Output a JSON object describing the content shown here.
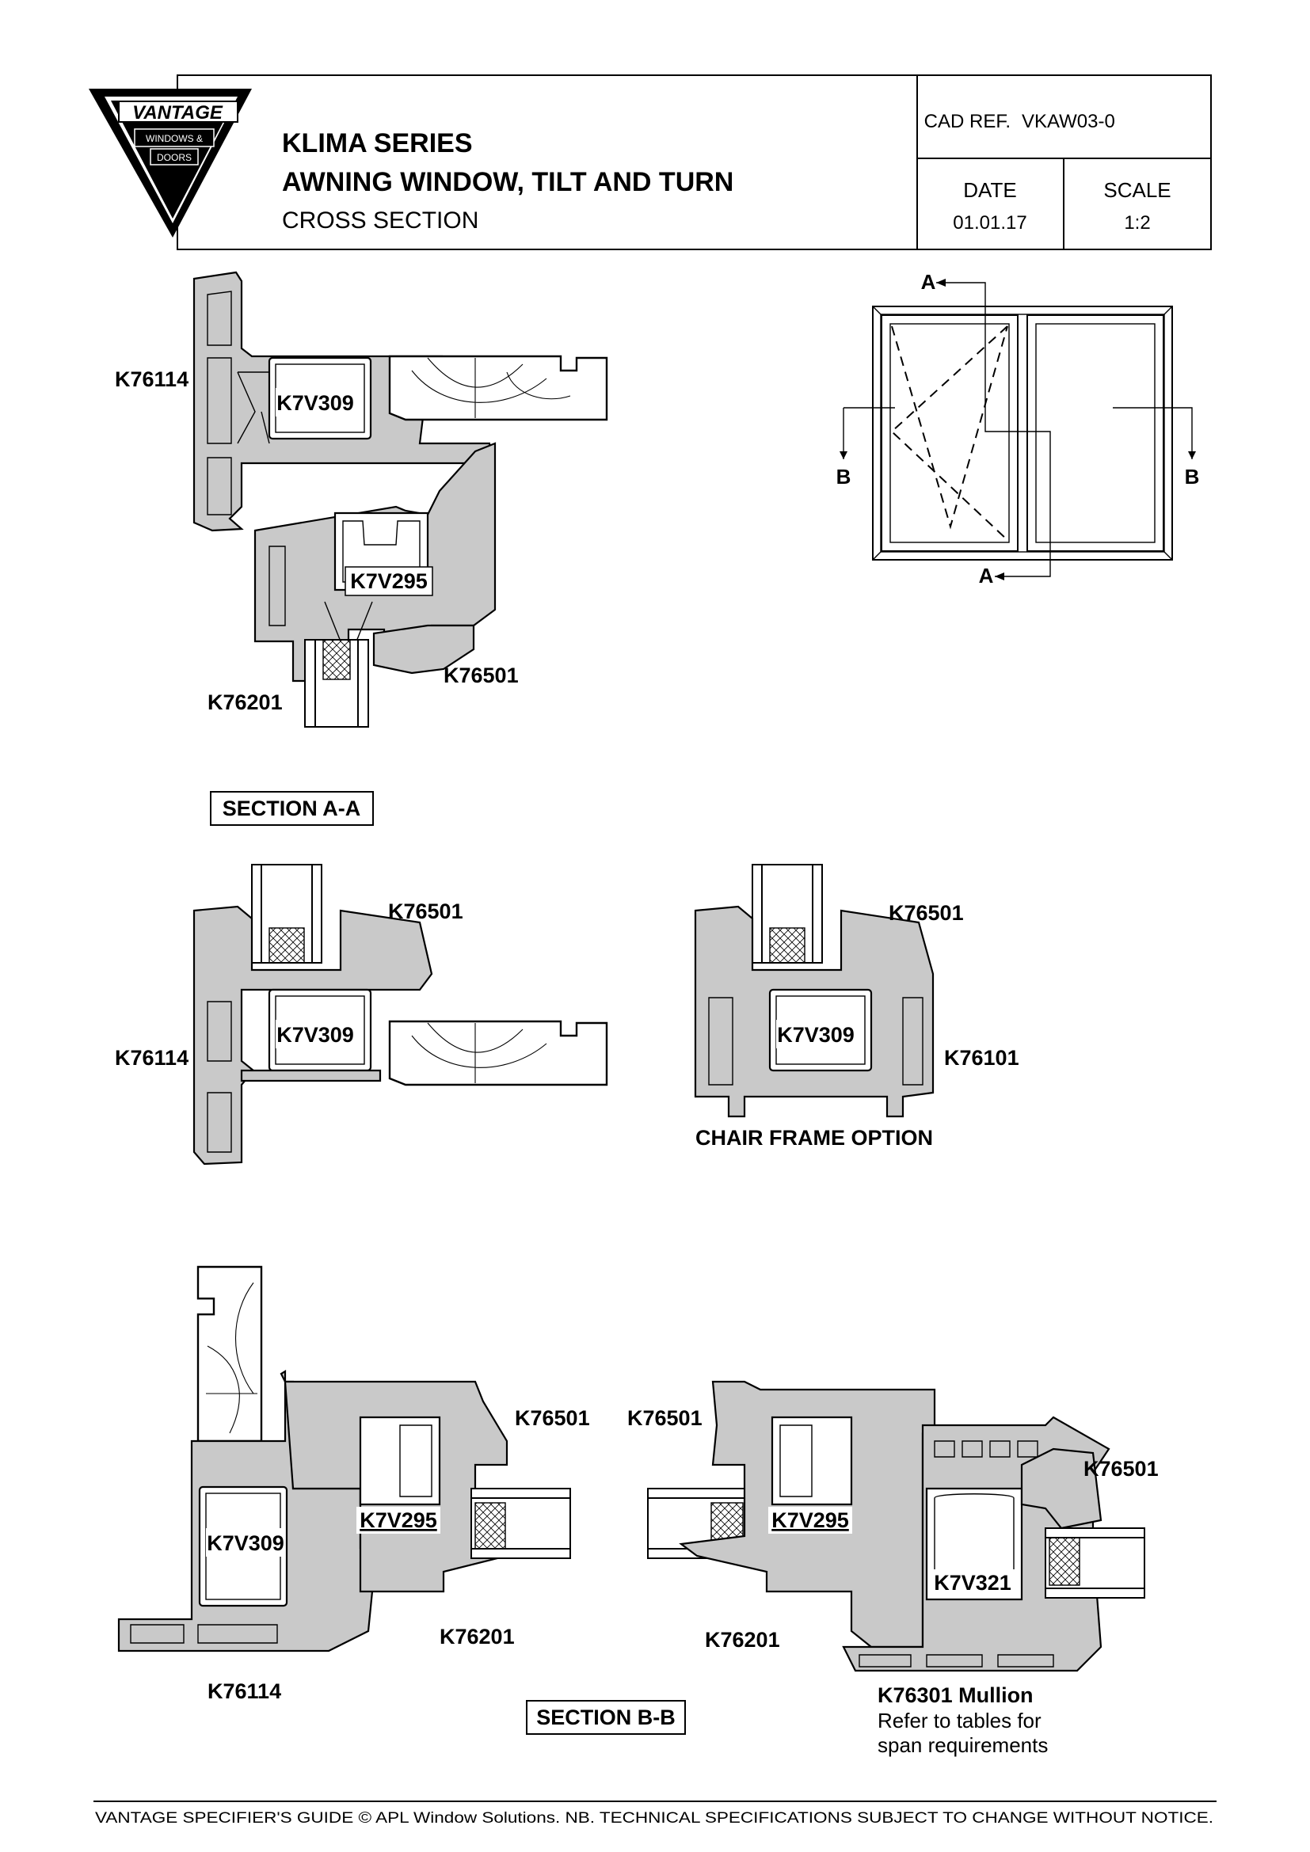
{
  "title_block": {
    "logo": {
      "brand": "VANTAGE",
      "line1": "WINDOWS &",
      "line2": "DOORS"
    },
    "series": "KLIMA SERIES",
    "product": "AWNING WINDOW, TILT AND TURN",
    "drawing_type": "CROSS SECTION",
    "cad_ref_label": "CAD REF.",
    "cad_ref_value": "VKAW03-0",
    "date_label": "DATE",
    "date_value": "01.01.17",
    "scale_label": "SCALE",
    "scale_value": "1:2"
  },
  "elevation": {
    "marker_a_top": "A",
    "marker_a_bottom": "A",
    "marker_b_left": "B",
    "marker_b_right": "B"
  },
  "section_aa": {
    "label": "SECTION A-A",
    "top": {
      "frame": "K76114",
      "frame_rein": "K7V309",
      "sash_rein": "K7V295",
      "bead": "K76501",
      "sash": "K76201"
    },
    "bottom": {
      "frame": "K76114",
      "frame_rein": "K7V309",
      "bead": "K76501"
    },
    "chair": {
      "bead": "K76501",
      "frame_rein": "K7V309",
      "frame": "K76101",
      "caption": "CHAIR FRAME OPTION"
    }
  },
  "section_bb": {
    "label": "SECTION B-B",
    "left": {
      "frame_rein": "K7V309",
      "sash_rein": "K7V295",
      "bead": "K76501",
      "sash": "K76201",
      "frame": "K76114"
    },
    "right": {
      "bead_left": "K76501",
      "sash_rein": "K7V295",
      "sash": "K76201",
      "bead_right": "K76501",
      "mullion_rein": "K7V321",
      "mullion": "K76301 Mullion",
      "note_1": "Refer to tables for",
      "note_2": "span requirements"
    }
  },
  "footer": "VANTAGE SPECIFIER'S GUIDE  © APL Window Solutions. NB. TECHNICAL SPECIFICATIONS SUBJECT TO CHANGE WITHOUT NOTICE."
}
